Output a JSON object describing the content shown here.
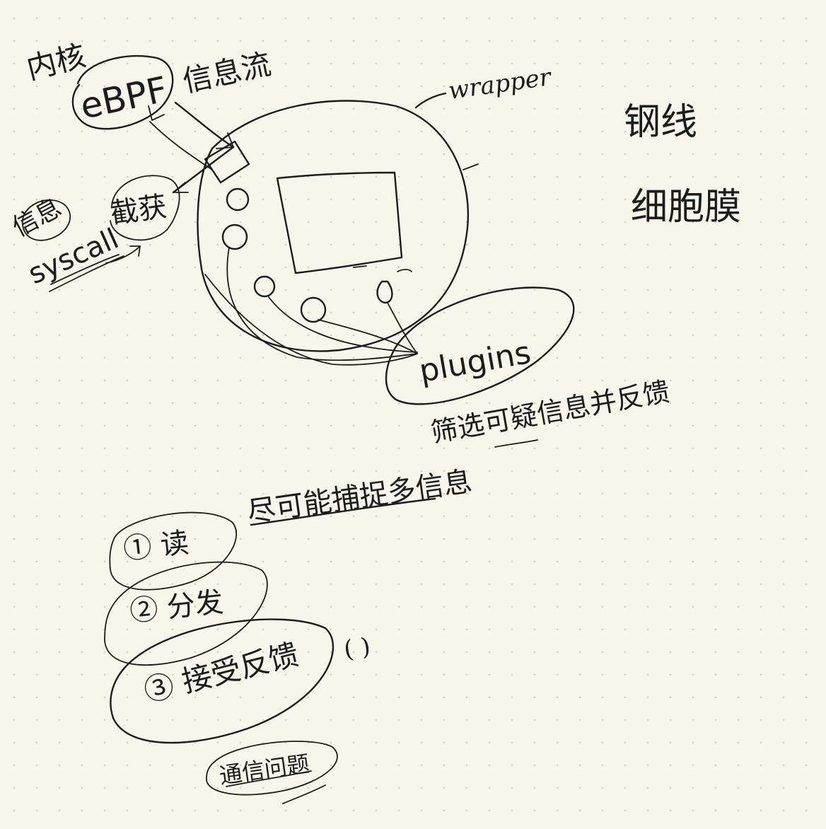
{
  "colors": {
    "paper": "#f7f6ec",
    "ink": "#1c1c1c",
    "dot": "#cfcdbf"
  },
  "labels": {
    "kernel": "内核",
    "ebpf": "eBPF",
    "info_stream": "信息流",
    "wrapper": "wrapper",
    "steel_wire": "钢线",
    "cell_membrane": "细胞膜",
    "info": "信息",
    "syscall": "syscall",
    "intercept": "截获",
    "plugins": "plugins",
    "filter_feedback": "筛选可疑信息并反馈",
    "capture_more": "尽可能捕捉多信息",
    "step1": "① 读",
    "step2": "② 分发",
    "step3": "③ 接受反馈",
    "paren": "( )",
    "comm_problem": "通信问题"
  }
}
